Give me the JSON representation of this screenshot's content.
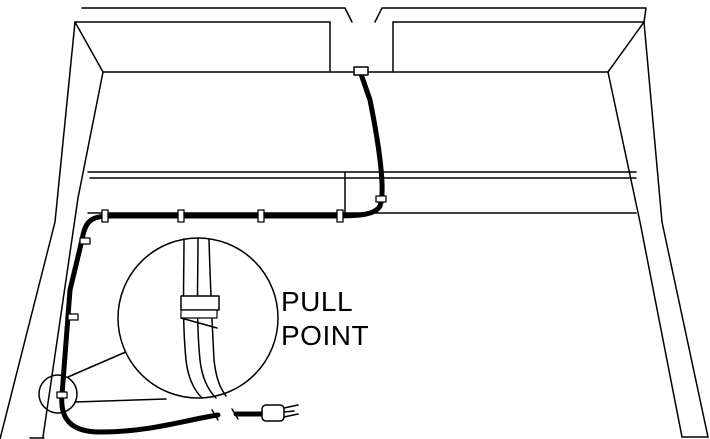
{
  "callout": {
    "label_line1": "PULL",
    "label_line2": "POINT"
  },
  "colors": {
    "line": "#000000",
    "background": "#ffffff"
  },
  "icons": [
    "cable",
    "cable-clip",
    "plug",
    "magnifier-circle"
  ]
}
